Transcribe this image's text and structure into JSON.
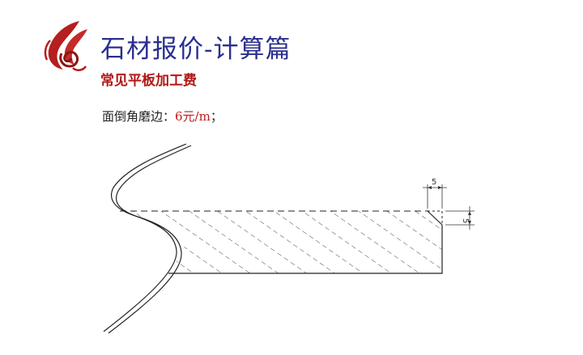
{
  "header": {
    "title": "石材报价-计算篇",
    "subtitle": "常见平板加工费"
  },
  "price_line": {
    "label": "面倒角磨边：",
    "value": "6元/m",
    "suffix": "；"
  },
  "diagram": {
    "dimension_horizontal": "5",
    "dimension_vertical": "5"
  },
  "colors": {
    "title": "#2a2f8f",
    "subtitle": "#b01818",
    "price": "#c31a1a",
    "logo": "#b51f1f"
  }
}
